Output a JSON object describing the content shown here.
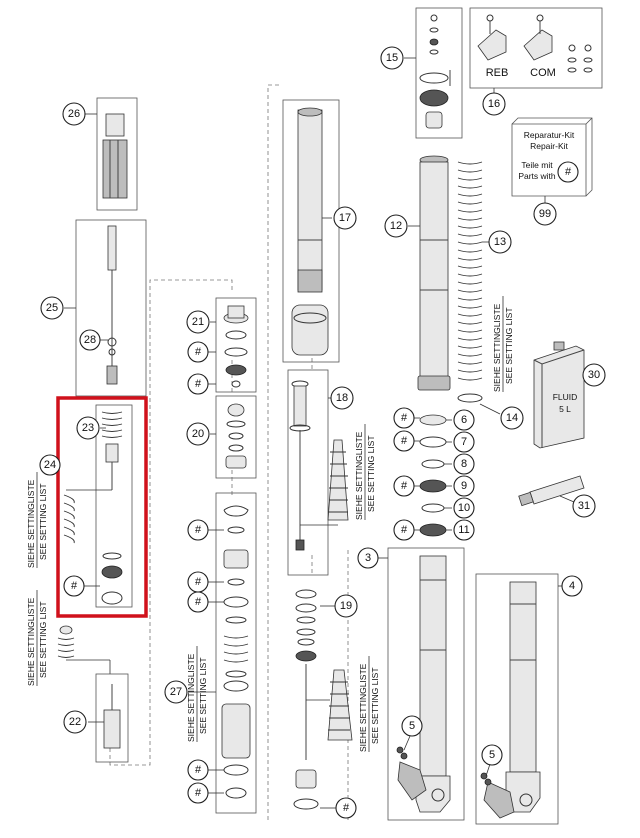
{
  "callouts": {
    "c3": "3",
    "c4": "4",
    "c5a": "5",
    "c5b": "5",
    "c6": "6",
    "c7": "7",
    "c8": "8",
    "c9": "9",
    "c10": "10",
    "c11": "11",
    "c12": "12",
    "c13": "13",
    "c14": "14",
    "c15": "15",
    "c16": "16",
    "c17": "17",
    "c18": "18",
    "c19": "19",
    "c20": "20",
    "c21": "21",
    "c22": "22",
    "c23": "23",
    "c24": "24",
    "c25": "25",
    "c26": "26",
    "c27": "27",
    "c28": "28",
    "c30": "30",
    "c31": "31",
    "c99": "99",
    "hash": "#"
  },
  "labels": {
    "reb": "REB",
    "com": "COM",
    "repair_kit_de": "Reparatur-Kit",
    "repair_kit_en": "Repair-Kit",
    "parts_with_de": "Teile mit",
    "parts_with_en": "Parts with",
    "setting_de": "SIEHE SETTINGLISTE",
    "setting_en": "SEE SETTING LIST",
    "can_brand": "FLUID",
    "can_volume": "5 L"
  },
  "colors": {
    "highlight": "#d0111b",
    "line": "#333333"
  }
}
